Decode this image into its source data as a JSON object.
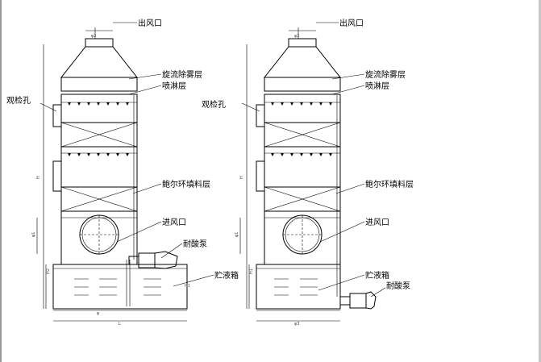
{
  "towers": [
    {
      "id": "left",
      "labels": {
        "outlet": "出风口",
        "demister": "旋流除雾层",
        "spray": "喷淋层",
        "inspection": "观检孔",
        "packing": "鲍尔环填料层",
        "inlet": "进风口",
        "pump": "耐酸泵",
        "tank": "贮液箱"
      },
      "dims": {
        "outlet_dia": "φ2",
        "height": "H",
        "inlet_dia": "φ1",
        "h2": "H2",
        "h1": "H1",
        "tank_dia": "φ",
        "tank_len": "L"
      }
    },
    {
      "id": "right",
      "labels": {
        "outlet": "出风口",
        "demister": "旋流除雾层",
        "spray": "喷淋层",
        "inspection": "观检孔",
        "packing": "鲍尔环填料层",
        "inlet": "进风口",
        "tank": "贮液箱",
        "pump": "耐酸泵"
      },
      "dims": {
        "outlet_dia": "φ2",
        "height": "H",
        "inlet_dia": "φ1",
        "h1": "H1",
        "tank_dia": "φ3"
      }
    }
  ]
}
